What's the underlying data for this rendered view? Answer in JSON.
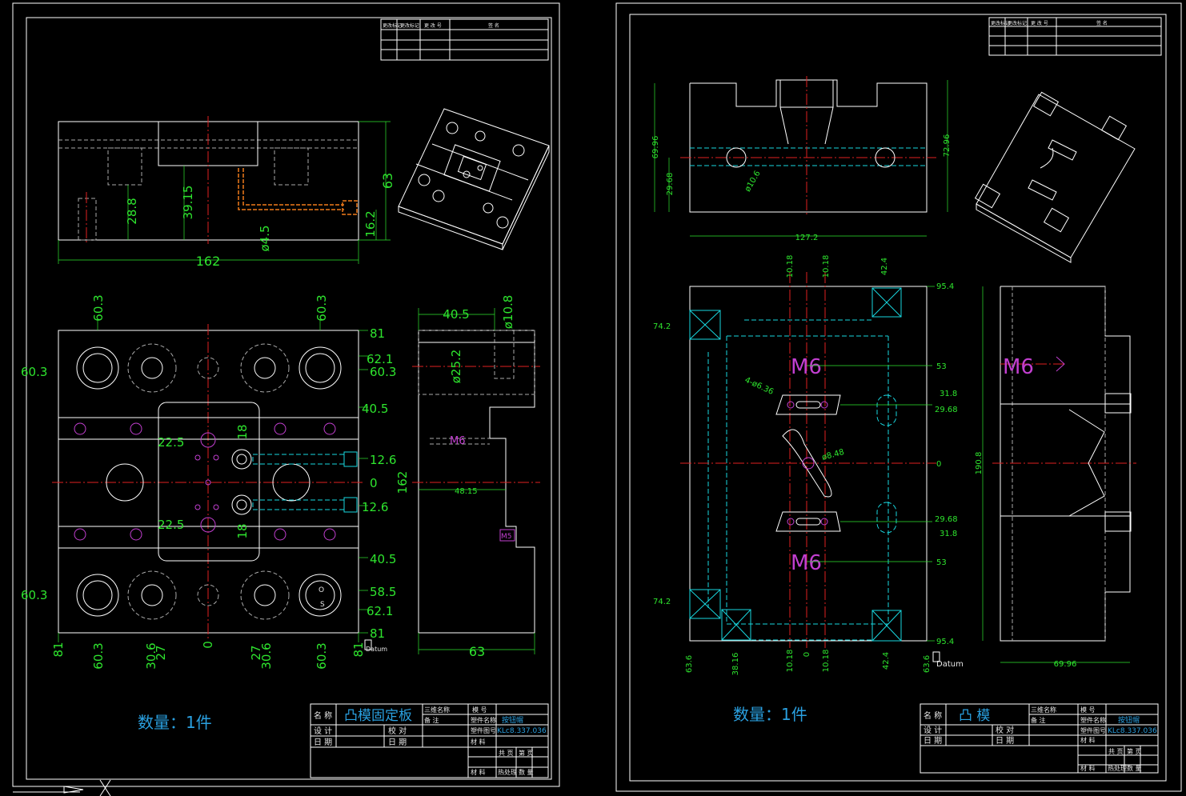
{
  "sheets": [
    {
      "title": "凸模固定板",
      "quantity": "数量：1件",
      "drawing_no": "KLc8.337.036",
      "product": "按钮帽",
      "dims": {
        "top_162": "162",
        "top_63": "63",
        "top_288": "28.8",
        "top_3915": "39.15",
        "top_45": "ø4.5",
        "top_162b": "16.2",
        "v603a": "60.3",
        "v603b": "60.3",
        "h603l1": "60.3",
        "h603l2": "60.3",
        "r81": "81",
        "r621": "62.1",
        "r603": "60.3",
        "r405a": "40.5",
        "r126a": "12.6",
        "r0": "0",
        "r126b": "12.6",
        "r405b": "40.5",
        "r585": "58.5",
        "r621b": "62.1",
        "r81b": "81",
        "c225a": "22.5",
        "c225b": "22.5",
        "c18a": "18",
        "c18b": "18",
        "b81": "81",
        "b603": "60.3",
        "b306": "30.6",
        "b27": "27",
        "b0": "0",
        "b27b": "27",
        "b306b": "30.6",
        "b603b": "60.3",
        "b81b": "81",
        "s405": "40.5",
        "s108": "ø10.8",
        "s252": "ø25.2",
        "sM6": "M6",
        "s4815": "48.15",
        "s162": "162",
        "s63": "63",
        "sM5": "M5",
        "datum": "Datum"
      },
      "title_block": {
        "name_label": "名 称",
        "design": "设 计",
        "check": "校 对",
        "date1": "日 期",
        "date2": "日 期",
        "l1": "三维名称",
        "l2": "备 注",
        "l3": "模 号",
        "l4": "塑件名称",
        "l5": "塑件图号",
        "l6": "材 料",
        "l7": "共 页",
        "l8": "第 页",
        "l9": "热处理",
        "l10": "数 量",
        "l11": "材 料"
      }
    },
    {
      "title": "凸 模",
      "quantity": "数量：1件",
      "drawing_no": "KLc8.337.036",
      "product": "按钮帽",
      "dims": {
        "d6996": "69.96",
        "d2968": "29.68",
        "d106": "ø10.6",
        "d1272": "127.2",
        "d7296": "72.96",
        "t1018a": "10.18",
        "t1018b": "10.18",
        "t424": "42.4",
        "r954": "95.4",
        "r53": "53",
        "r318": "31.8",
        "r2968": "29.68",
        "r0": "0",
        "r2968b": "29.68",
        "r318b": "31.8",
        "r53b": "53",
        "r954b": "95.4",
        "l742": "74.2",
        "l742b": "74.2",
        "l4636": "4-ø6.36",
        "l848": "ø8.48",
        "b636": "63.6",
        "b3816": "38.16",
        "b1018": "10.18",
        "b0": "0",
        "b1018b": "10.18",
        "b424": "42.4",
        "b636b": "63.6",
        "datum": "Datum",
        "m6a": "M6",
        "m6b": "M6",
        "m6c": "M6",
        "s1908": "190.8",
        "s6996": "69.96"
      },
      "title_block": {
        "name_label": "名 称",
        "design": "设 计",
        "check": "校 对",
        "date1": "日 期",
        "date2": "日 期",
        "l1": "三维名称",
        "l2": "备 注",
        "l3": "模 号",
        "l4": "塑件名称",
        "l5": "塑件图号",
        "l6": "材 料",
        "l7": "共 页",
        "l8": "第 页",
        "l9": "热处理",
        "l10": "数 量",
        "l11": "材 料"
      }
    }
  ],
  "revision_table": {
    "c1": "更改标记",
    "c2": "更改标记",
    "c3": "更 改 号",
    "c4": "签  名"
  },
  "colors": {
    "background": "#000000",
    "outline": "#ffffff",
    "dimension": "#2ee52e",
    "centerline": "#e02020",
    "hidden": "#19d8e0",
    "thread": "#c23fd0",
    "caption": "#2aa0e0"
  }
}
